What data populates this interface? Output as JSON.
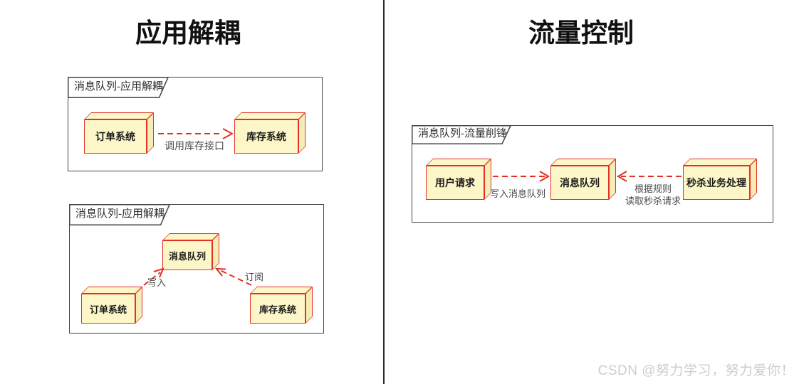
{
  "titles": {
    "left": "应用解耦",
    "right": "流量控制"
  },
  "frames": {
    "decouple_direct": {
      "tab": "消息队列-应用解耦",
      "nodes": {
        "order": "订单系统",
        "inventory": "库存系统"
      },
      "edge_label": "调用库存接口"
    },
    "decouple_mq": {
      "tab": "消息队列-应用解耦",
      "nodes": {
        "queue": "消息队列",
        "order": "订单系统",
        "inventory": "库存系统"
      },
      "edge_labels": {
        "write": "写入",
        "subscribe": "订阅"
      }
    },
    "throttle": {
      "tab": "消息队列-流量削锋",
      "nodes": {
        "user": "用户请求",
        "queue": "消息队列",
        "seckill": "秒杀业务处理"
      },
      "edge_labels": {
        "write": "写入消息队列",
        "read_line1": "根据规则",
        "read_line2": "读取秒杀请求"
      }
    }
  },
  "watermark": "CSDN @努力学习，努力爱你！",
  "colors": {
    "node_fill": "#FCF6C8",
    "node_fill_side": "#F5EDB8",
    "node_border": "#E03224",
    "arrow": "#E03224",
    "frame_border": "#454545",
    "text": "#2F2F2F",
    "label_text": "#4A4A4A",
    "title_text": "#111111",
    "watermark": "#CDCDCD",
    "divider": "#2B2B2B"
  }
}
